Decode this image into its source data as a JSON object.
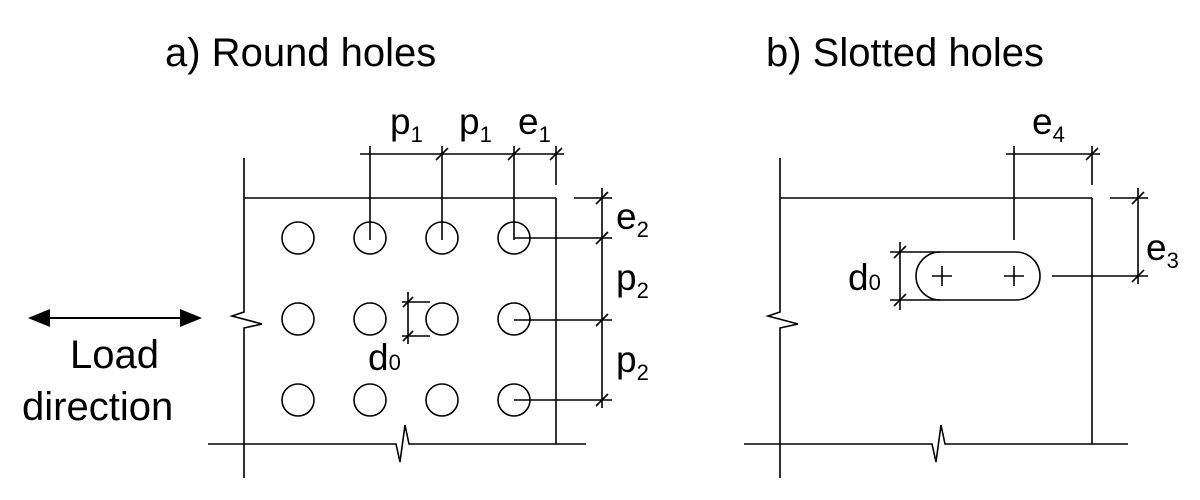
{
  "panel_a": {
    "title": "a) Round holes",
    "labels": {
      "p1_left": {
        "base": "p",
        "sub": "1"
      },
      "p1_right": {
        "base": "p",
        "sub": "1"
      },
      "e1": {
        "base": "e",
        "sub": "1"
      },
      "e2": {
        "base": "e",
        "sub": "2"
      },
      "p2_top": {
        "base": "p",
        "sub": "2"
      },
      "p2_bottom": {
        "base": "p",
        "sub": "2"
      },
      "d0": {
        "base": "d",
        "sub": "0"
      }
    },
    "hole_grid": {
      "rows": 3,
      "cols": 4
    }
  },
  "panel_b": {
    "title": "b) Slotted holes",
    "labels": {
      "e4": {
        "base": "e",
        "sub": "4"
      },
      "e3": {
        "base": "e",
        "sub": "3"
      },
      "d0": {
        "base": "d",
        "sub": "0"
      }
    }
  },
  "load": {
    "line1": "Load",
    "line2": "direction"
  },
  "colors": {
    "stroke": "#000000",
    "background": "#ffffff"
  }
}
